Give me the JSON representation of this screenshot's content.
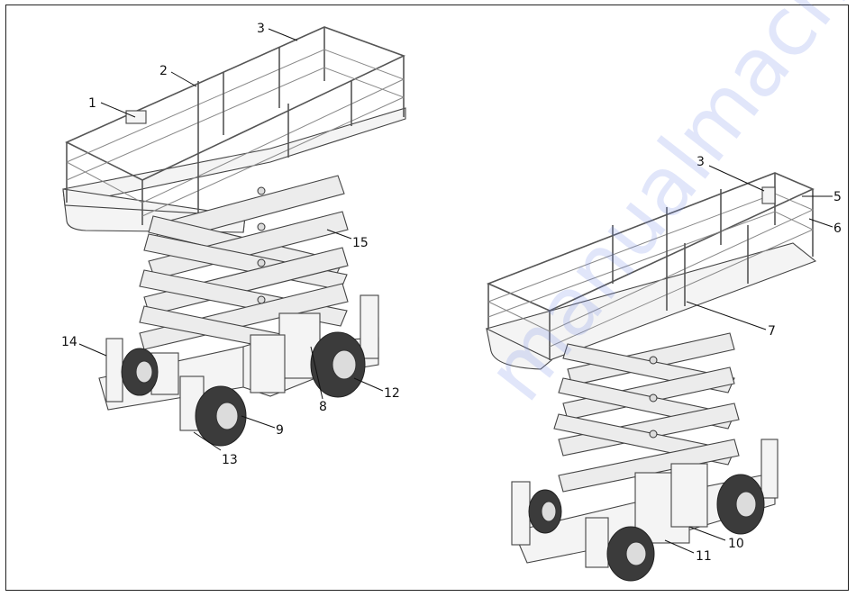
{
  "callouts_left": [
    "1",
    "2",
    "3",
    "15",
    "14",
    "8",
    "12",
    "9",
    "13"
  ],
  "callouts_right": [
    "3",
    "5",
    "6",
    "7",
    "10",
    "11"
  ],
  "watermark": "manualmachine.com",
  "colors": {
    "line": "#111111",
    "fill": "#ececec",
    "tire": "#3b3b3b"
  }
}
